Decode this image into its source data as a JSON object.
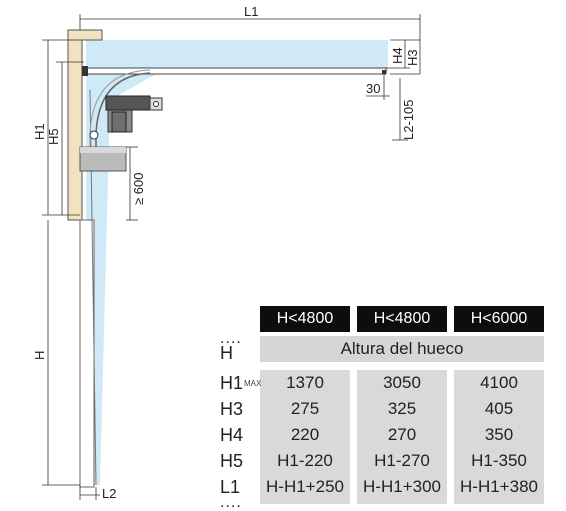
{
  "dimensions": {
    "L1": "L1",
    "H4": "H4",
    "H3": "H3",
    "d30": "30",
    "L2_105": "L2-105",
    "H1": "H1",
    "H5": "H5",
    "min600": "≥ 600",
    "H": "H",
    "L2": "L2"
  },
  "table": {
    "headers": [
      "H<4800",
      "H<4800",
      "H<6000"
    ],
    "dots": "....",
    "h_row": {
      "label": "H",
      "value": "Altura del hueco"
    },
    "rows": [
      {
        "label": "H1",
        "label_sub": "MAX",
        "values": [
          "1370",
          "3050",
          "4100"
        ]
      },
      {
        "label": "H3",
        "values": [
          "275",
          "325",
          "405"
        ]
      },
      {
        "label": "H4",
        "values": [
          "220",
          "270",
          "350"
        ]
      },
      {
        "label": "H5",
        "values": [
          "H1-220",
          "H1-270",
          "H1-350"
        ]
      },
      {
        "label": "L1",
        "values": [
          "H-H1+250",
          "H-H1+300",
          "H-H1+380"
        ]
      }
    ]
  }
}
